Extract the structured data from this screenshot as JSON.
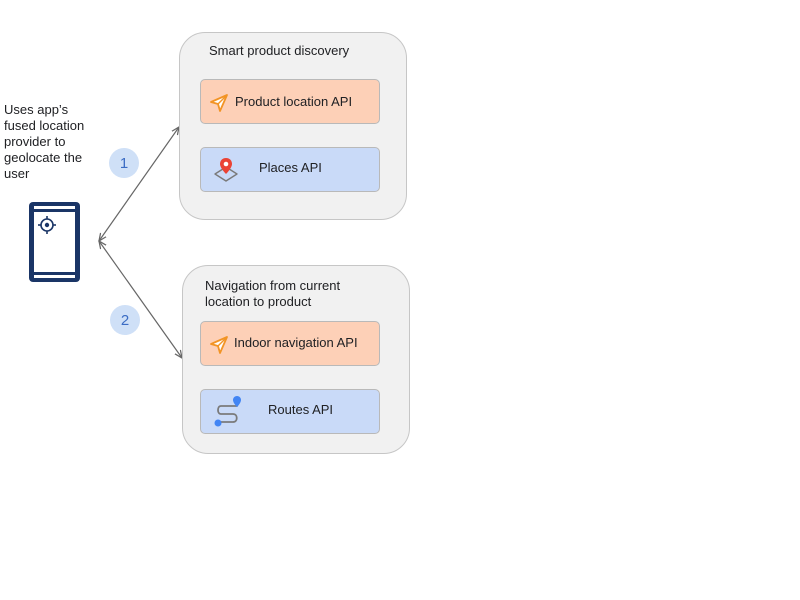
{
  "user_note": "Uses app’s fused location provider to geolocate the user",
  "groups": [
    {
      "title": "Smart product discovery",
      "apis": [
        {
          "label": "Product location API",
          "icon": "navigation-arrow-icon",
          "color": "#fdd0b7"
        },
        {
          "label": "Places API",
          "icon": "map-pin-icon",
          "color": "#c9daf8"
        }
      ]
    },
    {
      "title": "Navigation from current location to product",
      "apis": [
        {
          "label": "Indoor navigation API",
          "icon": "navigation-arrow-icon",
          "color": "#fdd0b7"
        },
        {
          "label": "Routes API",
          "icon": "route-icon",
          "color": "#c9daf8"
        }
      ]
    }
  ],
  "steps": [
    "1",
    "2"
  ],
  "colors": {
    "group_background": "#f1f1f1",
    "badge": "#cfe0f7",
    "phone": "#1a3566",
    "arrow": "#666666",
    "orange_icon": "#f29425",
    "blue_icon": "#4285f4",
    "red_pin": "#ea4335"
  }
}
